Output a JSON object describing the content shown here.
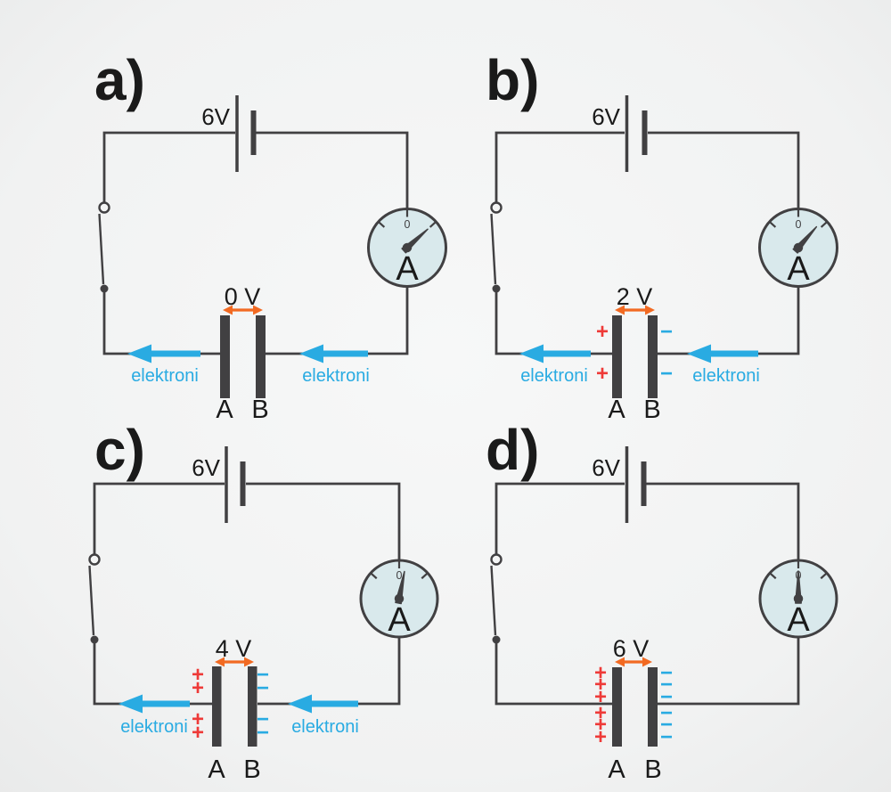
{
  "figure": {
    "description_visible_text_only": true,
    "colors": {
      "wire": "#414042",
      "plate": "#414042",
      "electron_blue": "#29abe2",
      "charge_positive_red": "#ee3a38",
      "charge_negative_blue": "#29abe2",
      "voltage_arrow_orange": "#f26a22",
      "ammeter_fill": "#d9e9ec",
      "background": "#f0f1f1"
    }
  },
  "symbols": {
    "plus": "+",
    "minus": "−"
  },
  "panels": [
    {
      "label": "a)",
      "battery_voltage": "6V",
      "capacitor_voltage": "0 V",
      "plate_left_label": "A",
      "plate_right_label": "B",
      "ammeter_label": "A",
      "ammeter_scale_zero": "0",
      "needle_angle_deg": 48,
      "electron_label_left": "elektroni",
      "electron_label_right": "elektroni",
      "plus_charges": 0,
      "minus_charges": 0
    },
    {
      "label": "b)",
      "battery_voltage": "6V",
      "capacitor_voltage": "2 V",
      "plate_left_label": "A",
      "plate_right_label": "B",
      "ammeter_label": "A",
      "ammeter_scale_zero": "0",
      "needle_angle_deg": 41,
      "electron_label_left": "elektroni",
      "electron_label_right": "elektroni",
      "plus_charges": 2,
      "minus_charges": 2
    },
    {
      "label": "c)",
      "battery_voltage": "6V",
      "capacitor_voltage": "4 V",
      "plate_left_label": "A",
      "plate_right_label": "B",
      "ammeter_label": "A",
      "ammeter_scale_zero": "0",
      "needle_angle_deg": 11,
      "electron_label_left": "elektroni",
      "electron_label_right": "elektroni",
      "plus_charges": 4,
      "minus_charges": 4
    },
    {
      "label": "d)",
      "battery_voltage": "6V",
      "capacitor_voltage": "6 V",
      "plate_left_label": "A",
      "plate_right_label": "B",
      "ammeter_label": "A",
      "ammeter_scale_zero": "0",
      "needle_angle_deg": 0,
      "plus_charges": 6,
      "minus_charges": 6
    }
  ]
}
